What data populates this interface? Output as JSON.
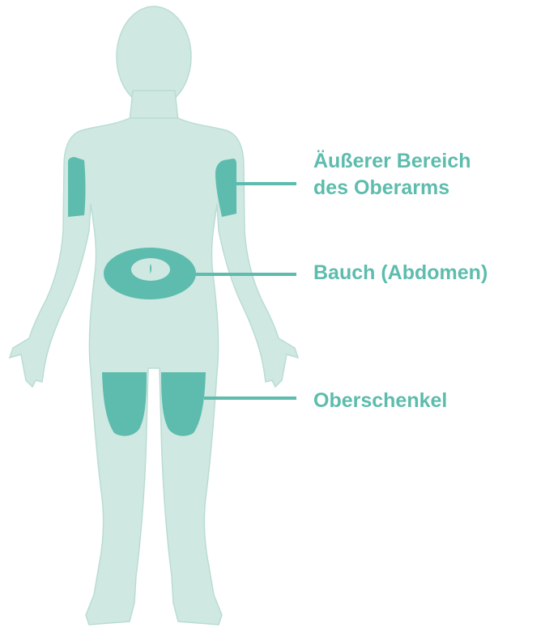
{
  "colors": {
    "body_fill": "#cfe8e2",
    "body_outline": "#b9dcd4",
    "zone_fill": "#5dbcad",
    "leader_line": "#5dbcad",
    "label_text": "#5dbcad",
    "background": "#ffffff"
  },
  "labels": {
    "upper_arm_line1": "Äußerer Bereich",
    "upper_arm_line2": "des Oberarms",
    "abdomen": "Bauch (Abdomen)",
    "thigh": "Oberschenkel"
  },
  "icons": {
    "figure": "human-body-front-silhouette",
    "navel": "navel-mark"
  }
}
